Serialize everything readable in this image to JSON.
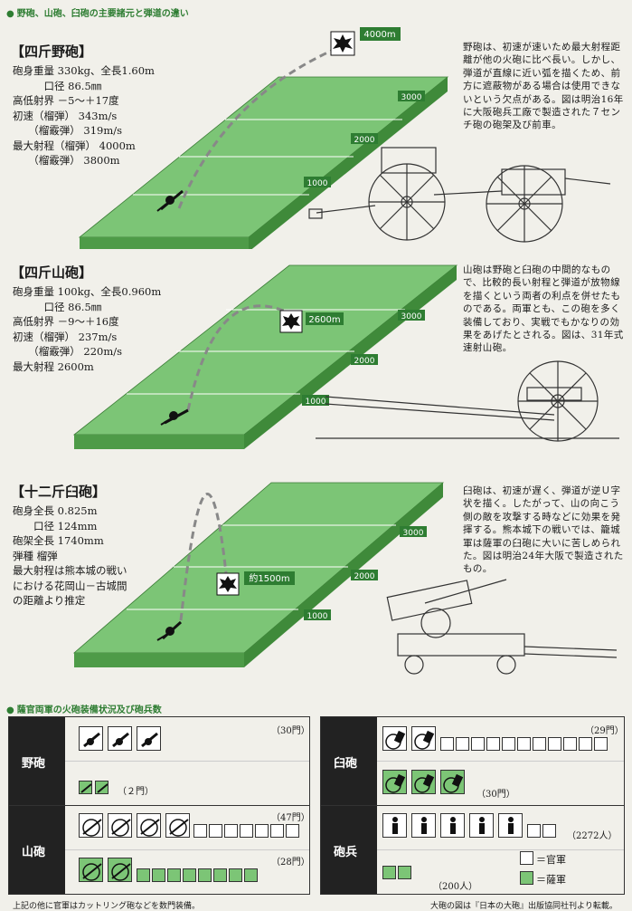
{
  "header": {
    "title": "野砲、山砲、臼砲の主要諸元と弾道の違い"
  },
  "sections": [
    {
      "title": "【四斤野砲】",
      "specs": [
        "砲身重量 330kg、全長1.60m",
        "　　　口径 86.5㎜",
        "高低射界 －5～＋17度",
        "初速（榴弾） 343m/s",
        "　　（榴霰弾） 319m/s",
        "最大射程（榴弾） 4000m",
        "　　（榴霰弾） 3800m"
      ],
      "range_label": "4000m",
      "ticks": [
        "1000",
        "2000",
        "3000"
      ],
      "description": "野砲は、初速が速いため最大射程距離が他の火砲に比べ長い。しかし、弾道が直線に近い弧を描くため、前方に遮蔽物がある場合は使用できないという欠点がある。図は明治16年に大阪砲兵工廠で製造された７センチ砲の砲架及び前車。"
    },
    {
      "title": "【四斤山砲】",
      "specs": [
        "砲身重量 100kg、全長0.960m",
        "　　　口径 86.5㎜",
        "高低射界 －9～＋16度",
        "初速（榴弾） 237m/s",
        "　　（榴霰弾） 220m/s",
        "最大射程 2600m"
      ],
      "range_label": "2600m",
      "ticks": [
        "1000",
        "2000",
        "3000"
      ],
      "description": "山砲は野砲と臼砲の中間的なもので、比較的長い射程と弾道が放物線を描くという両者の利点を併せたものである。両軍とも、この砲を多く装備しており、実戦でもかなりの効果をあげたとされる。図は、31年式速射山砲。"
    },
    {
      "title": "【十二斤臼砲】",
      "specs": [
        "砲身全長 0.825m",
        "　　口径 124mm",
        "砲架全長 1740mm",
        "弾種 榴弾",
        "最大射程は熊本城の戦い",
        "における花岡山－古城間",
        "の距離より推定"
      ],
      "range_label": "約1500m",
      "ticks": [
        "1000",
        "2000",
        "3000"
      ],
      "description": "臼砲は、初速が遅く、弾道が逆Ｕ字状を描く。したがって、山の向こう側の敵を攻撃する時などに効果を発揮する。熊本城下の戦いでは、籠城軍は薩軍の臼砲に大いに苦しめられた。図は明治24年大阪で製造されたもの。"
    }
  ],
  "table": {
    "title": "薩官両軍の火砲装備状況及び砲兵数",
    "field": {
      "label": "野砲",
      "gov_count": "（30門）",
      "sat_count": "（２門）"
    },
    "mountain": {
      "label": "山砲",
      "gov_count": "（47門）",
      "sat_count": "（28門）"
    },
    "mortar": {
      "label": "臼砲",
      "gov_count": "（29門）",
      "sat_count": "（30門）"
    },
    "artillery": {
      "label": "砲兵",
      "gov_count": "（2272人）",
      "sat_count": "（200人）"
    },
    "legend": {
      "gov": "＝官軍",
      "sat": "＝薩軍"
    }
  },
  "footer": {
    "left": "上記の他に官軍はカットリング砲などを数門装備。",
    "right": "大砲の図は『日本の大砲』出版協同社刊より転載。"
  },
  "colors": {
    "field_top": "#7cc576",
    "field_side": "#4e9b48",
    "grid": "#ffffff",
    "accent": "#2e7d32",
    "table_dark": "#222222"
  }
}
